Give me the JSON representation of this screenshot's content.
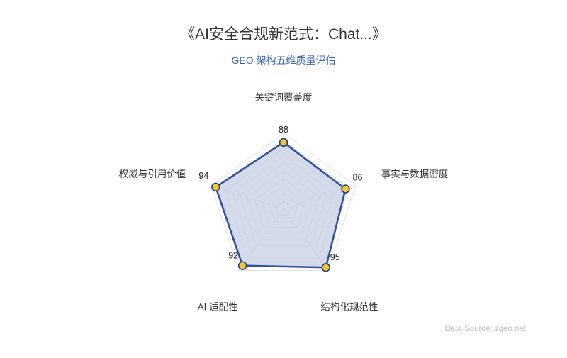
{
  "header": {
    "title": "《AI安全合规新范式：Chat...》",
    "subtitle": "GEO 架构五维质量评估"
  },
  "footer": {
    "source": "Data Source: zgeo.net"
  },
  "colors": {
    "line": "#2c52a0",
    "fill": "#c7cfe4",
    "marker_fill": "#f5c531",
    "marker_stroke": "#1f3f86",
    "grid": "#c9cfe0",
    "grid_outer": "#e2e2e6",
    "title": "#333333",
    "subtitle": "#3b62b5",
    "source": "#bdbdbd"
  },
  "chart_data": {
    "type": "radar",
    "title": "《AI安全合规新范式：Chat...》",
    "subtitle": "GEO 架构五维质量评估",
    "categories": [
      "关键词覆盖度",
      "事实与数据密度",
      "结构化规范性",
      "AI 适配性",
      "权威与引用价值"
    ],
    "values": [
      88,
      86,
      95,
      92,
      94
    ],
    "series": [
      {
        "name": "GEO 架构五维质量评估",
        "values": [
          88,
          86,
          95,
          92,
          94
        ]
      }
    ],
    "value_labels": [
      "88",
      "86",
      "95",
      "92",
      "94"
    ],
    "rmin": 0,
    "rmax": 100,
    "grid_rings": 10,
    "grid": true,
    "legend": false,
    "xlabel": "",
    "ylabel": ""
  }
}
